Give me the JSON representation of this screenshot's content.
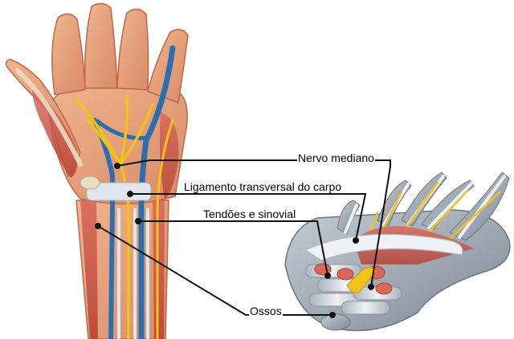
{
  "labels": {
    "nervo_mediano": "Nervo mediano",
    "ligamento": "Ligamento transversal do carpo",
    "tendoes": "Tendões e sinovial",
    "ossos": "Ossos"
  },
  "colors": {
    "skin": "#e8a07a",
    "muscle": "#c8544a",
    "nerve": "#f2c21a",
    "vein": "#2a6fb0",
    "ligament": "#dfe6ec",
    "bone": "#9aa3ad",
    "leader_line": "#111111"
  }
}
